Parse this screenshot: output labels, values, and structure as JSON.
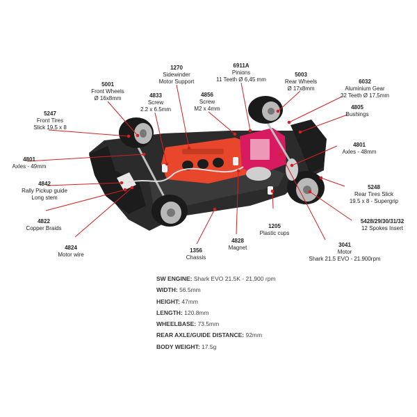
{
  "callouts": [
    {
      "code": "5001",
      "lines": [
        "Front Wheels",
        "Ø 16x8mm"
      ]
    },
    {
      "code": "1270",
      "lines": [
        "Sidewinder",
        "Motor Support"
      ]
    },
    {
      "code": "6911A",
      "lines": [
        "Pinions",
        "11 Teeth Ø 6,45 mm"
      ]
    },
    {
      "code": "5003",
      "lines": [
        "Rear Wheels",
        "Ø 17x8mm"
      ]
    },
    {
      "code": "6032",
      "lines": [
        "Aluminium Gear",
        "32 Teeth Ø 17,5mm"
      ]
    },
    {
      "code": "4833",
      "lines": [
        "Screw",
        "2.2 x 6.5mm"
      ]
    },
    {
      "code": "4856",
      "lines": [
        "Screw",
        "M2 x 4mm"
      ]
    },
    {
      "code": "5247",
      "lines": [
        "Front Tires",
        "Slick 19.5 x 8"
      ]
    },
    {
      "code": "4805",
      "lines": [
        "Bushings"
      ]
    },
    {
      "code": "4801",
      "lines": [
        "Axles - 49mm"
      ]
    },
    {
      "code": "4801",
      "lines": [
        "Axles - 48mm"
      ]
    },
    {
      "code": "4842",
      "lines": [
        "Rally Pickup guide",
        "Long stem"
      ]
    },
    {
      "code": "5248",
      "lines": [
        "Rear Tires Slick",
        "19.5 x 8 - Supergrip"
      ]
    },
    {
      "code": "4822",
      "lines": [
        "Copper Braids"
      ]
    },
    {
      "code": "5428/29/30/31/32",
      "lines": [
        "12 Spokes Insert"
      ]
    },
    {
      "code": "1205",
      "lines": [
        "Plastic cups"
      ]
    },
    {
      "code": "4824",
      "lines": [
        "Motor wire"
      ]
    },
    {
      "code": "4828",
      "lines": [
        "Magnet"
      ]
    },
    {
      "code": "3041",
      "lines": [
        "Motor",
        "Shark 21.5 EVO - 21.900rpm"
      ]
    },
    {
      "code": "1356",
      "lines": [
        "Chassis"
      ]
    }
  ],
  "specs": [
    {
      "label": "SW ENGINE:",
      "value": "Shark EVO 21.5K - 21,900 rpm"
    },
    {
      "label": "WIDTH:",
      "value": "56.5mm"
    },
    {
      "label": "HEIGHT:",
      "value": "47mm"
    },
    {
      "label": "LENGTH:",
      "value": "120.8mm"
    },
    {
      "label": "WHEELBASE:",
      "value": "73.5mm"
    },
    {
      "label": "REAR AXLE/GUIDE DISTANCE:",
      "value": "92mm"
    },
    {
      "label": "BODY WEIGHT:",
      "value": "17.5g"
    }
  ],
  "colors": {
    "leader": "#d42020",
    "chassis": "#2a2a2a",
    "support": "#e8472b",
    "motor": "#d81b60",
    "text": "#222222"
  }
}
